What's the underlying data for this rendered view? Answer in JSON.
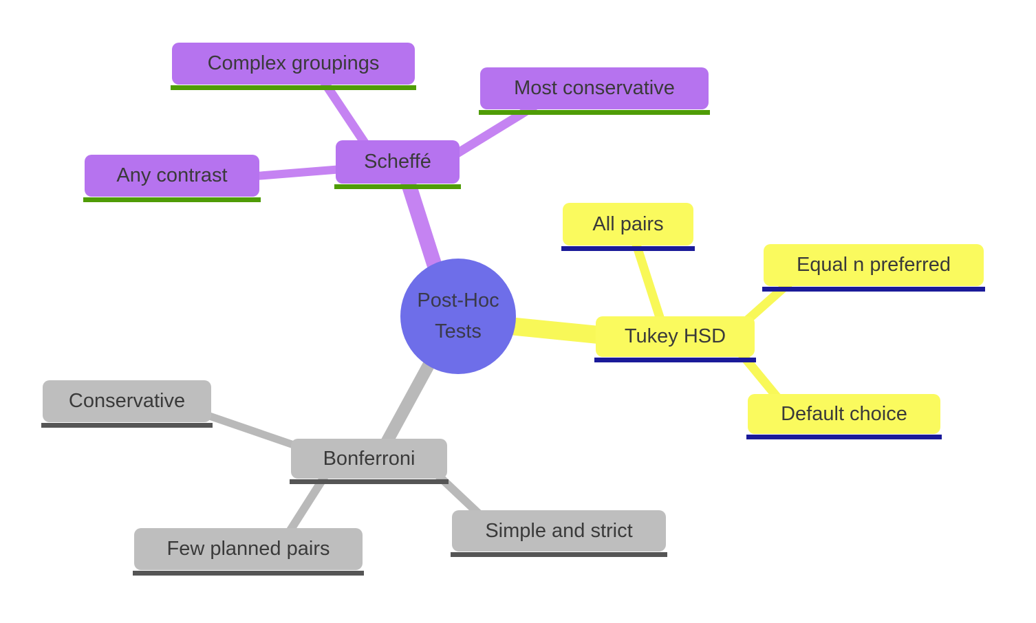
{
  "map": {
    "center": {
      "label_line1": "Post-Hoc",
      "label_line2": "Tests",
      "fill_color": "#6e6ee9",
      "text_color": "#3a3a4a"
    },
    "branches": [
      {
        "label": "Scheffé",
        "fill_color": "#b673ef",
        "underline_color": "#4f9c06",
        "connector_color": "#c583f2",
        "children": [
          {
            "label": "Complex groupings"
          },
          {
            "label": "Most conservative"
          },
          {
            "label": "Any contrast"
          }
        ]
      },
      {
        "label": "Tukey HSD",
        "fill_color": "#fafa5e",
        "underline_color": "#1a1a99",
        "connector_color": "#f8f858",
        "children": [
          {
            "label": "All pairs"
          },
          {
            "label": "Equal n preferred"
          },
          {
            "label": "Default choice"
          }
        ]
      },
      {
        "label": "Bonferroni",
        "fill_color": "#bebebe",
        "underline_color": "#555555",
        "connector_color": "#b9b9b9",
        "children": [
          {
            "label": "Conservative"
          },
          {
            "label": "Few planned pairs"
          },
          {
            "label": "Simple and strict"
          }
        ]
      }
    ]
  }
}
